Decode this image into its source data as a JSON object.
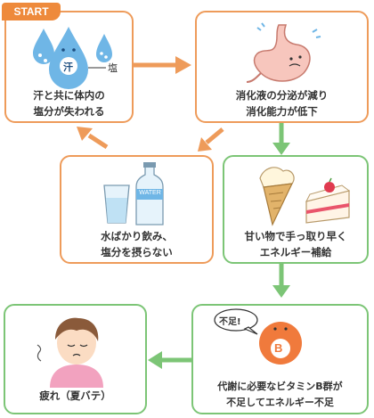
{
  "start_label": "START",
  "steps": [
    {
      "lines": [
        "汗と共に体内の",
        "塩分が失われる"
      ],
      "sweat_mark": "汗",
      "salt_label": "塩"
    },
    {
      "lines": [
        "消化液の分泌が減り",
        "消化能力が低下"
      ]
    },
    {
      "lines": [
        "甘い物で手っ取り早く",
        "エネルギー補給"
      ]
    },
    {
      "lines": [
        "代謝に必要なビタミンB群が",
        "不足してエネルギー不足"
      ],
      "speech": "不足!",
      "badge": "B"
    },
    {
      "lines": [
        "疲れ（夏バテ）"
      ]
    },
    {
      "lines": [
        "水ばかり飲み、",
        "塩分を摂らない"
      ],
      "bottle_label": "WATER"
    }
  ],
  "colors": {
    "cycle": "#ee9b5a",
    "chain": "#7cc576",
    "start": "#ee8a3c"
  },
  "icons": [
    "sweat-drops-icon",
    "stomach-icon",
    "ice-cream-cake-icon",
    "vitamin-b-icon",
    "tired-person-icon",
    "water-glass-bottle-icon"
  ]
}
